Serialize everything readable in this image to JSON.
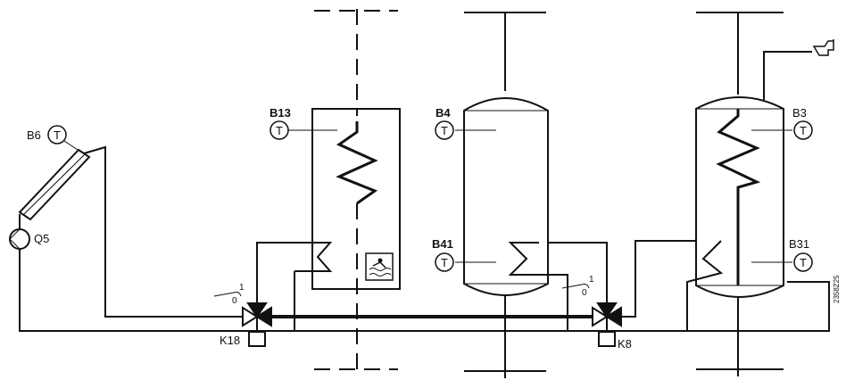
{
  "labels": {
    "collector_sensor": "B6",
    "collector_pump": "Q5",
    "pool_sensor": "B13",
    "buffer_top_sensor": "B4",
    "buffer_bottom_sensor": "B41",
    "dhw_top_sensor": "B3",
    "dhw_bottom_sensor": "B31",
    "valve_left": "K18",
    "valve_right": "K8",
    "valve_left_pos_on": "1",
    "valve_left_pos_off": "0",
    "valve_right_pos_on": "1",
    "valve_right_pos_off": "0",
    "sensor_symbol": "T",
    "drawing_ref": "2358Z25"
  },
  "colors": {
    "line": "#111111",
    "background": "#ffffff"
  }
}
